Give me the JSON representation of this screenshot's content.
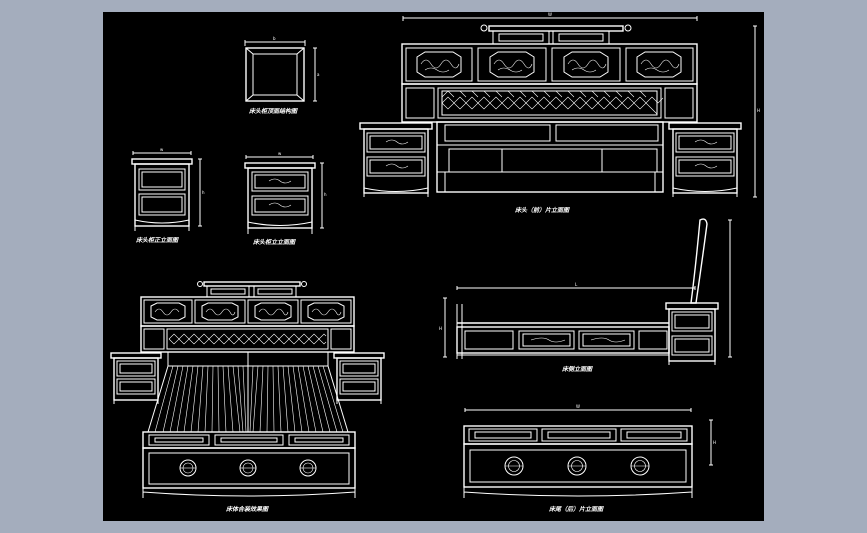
{
  "colors": {
    "viewport_bg": "#a4adbd",
    "sheet_bg": "#000000",
    "line": "#ffffff"
  },
  "captions": {
    "footstool_seat": "床头柜顶面结构图",
    "side_table_front": "床头柜正立面图",
    "side_table_face": "床头柜立立面图",
    "bed_head_front": "床头（前）片立面图",
    "bed_side": "床侧立面图",
    "bed_assembly": "床体合装效果图",
    "bed_tail_front": "床尾（后）片立面图"
  },
  "dims": {
    "head_width": "W",
    "head_height": "H",
    "side_length": "L",
    "side_height": "H",
    "tail_width": "W",
    "tail_height": "H",
    "table_width": "w",
    "table_height": "h",
    "seat_width": "b",
    "seat_height": "a"
  }
}
